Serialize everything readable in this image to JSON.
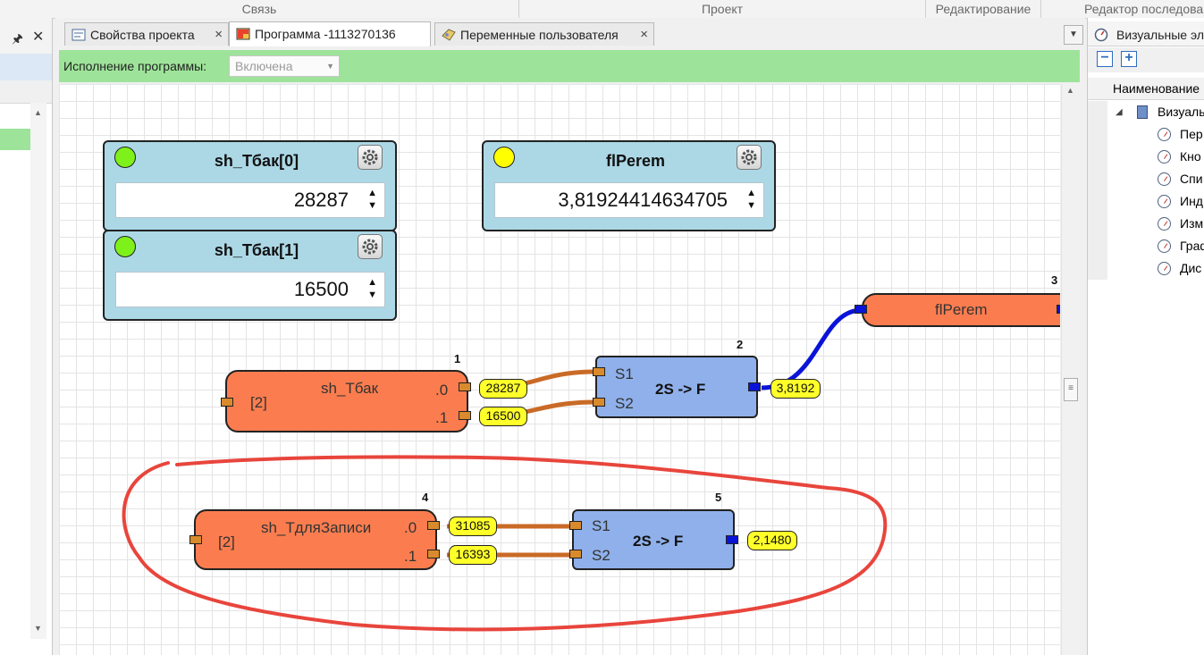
{
  "ribbon": {
    "groups": [
      "Связь",
      "Проект",
      "Редактирование",
      "Редактор последова"
    ]
  },
  "left_panel": {
    "pin_icon": "pin-icon",
    "close_icon": "close-icon"
  },
  "tabs": [
    {
      "label": "Свойства проекта",
      "icon": "properties-icon",
      "active": false
    },
    {
      "label": "Программа -1113270136",
      "icon": "program-icon",
      "active": true
    },
    {
      "label": "Переменные пользователя",
      "icon": "variables-icon",
      "active": false
    }
  ],
  "tab_close": "×",
  "exec_bar": {
    "label": "Исполнение программы:",
    "value": "Включена"
  },
  "var_panels": [
    {
      "name": "sh_Тбак[0]",
      "value": "28287",
      "led_color": "#7ef01a"
    },
    {
      "name": "sh_Тбак[1]",
      "value": "16500",
      "led_color": "#7ef01a"
    },
    {
      "name": "flPerem",
      "value": "3,81924414634705",
      "led_color": "#ffff00"
    }
  ],
  "blocks": {
    "sh_tbak": {
      "num": "1",
      "name": "sh_Тбак",
      "size": "[2]",
      "out0": ".0",
      "out1": ".1",
      "val0": "28287",
      "val1": "16500"
    },
    "conv1": {
      "num": "2",
      "label": "2S -> F",
      "in1": "S1",
      "in2": "S2",
      "out": "3,8192"
    },
    "flperem": {
      "num": "3",
      "name": "flPerem"
    },
    "sh_tzap": {
      "num": "4",
      "name": "sh_ТдляЗаписи",
      "size": "[2]",
      "out0": ".0",
      "out1": ".1",
      "val0": "31085",
      "val1": "16393"
    },
    "conv2": {
      "num": "5",
      "label": "2S -> F",
      "in1": "S1",
      "in2": "S2",
      "out": "2,1480"
    }
  },
  "colors": {
    "orange_block": "#fb7d4f",
    "blue_block": "#8fb0ea",
    "value_badge": "#ffff2a",
    "wire_orange": "#c96a26",
    "wire_blue": "#0a14d8",
    "annotation_red": "#e8453c",
    "exec_bar_green": "#9ee39a"
  },
  "right_panel": {
    "title": "Визуальные эл",
    "column_header": "Наименование",
    "root": "Визуаль",
    "items": [
      "Пер",
      "Кно",
      "Спи",
      "Инд",
      "Изм",
      "Граф",
      "Дис"
    ]
  }
}
